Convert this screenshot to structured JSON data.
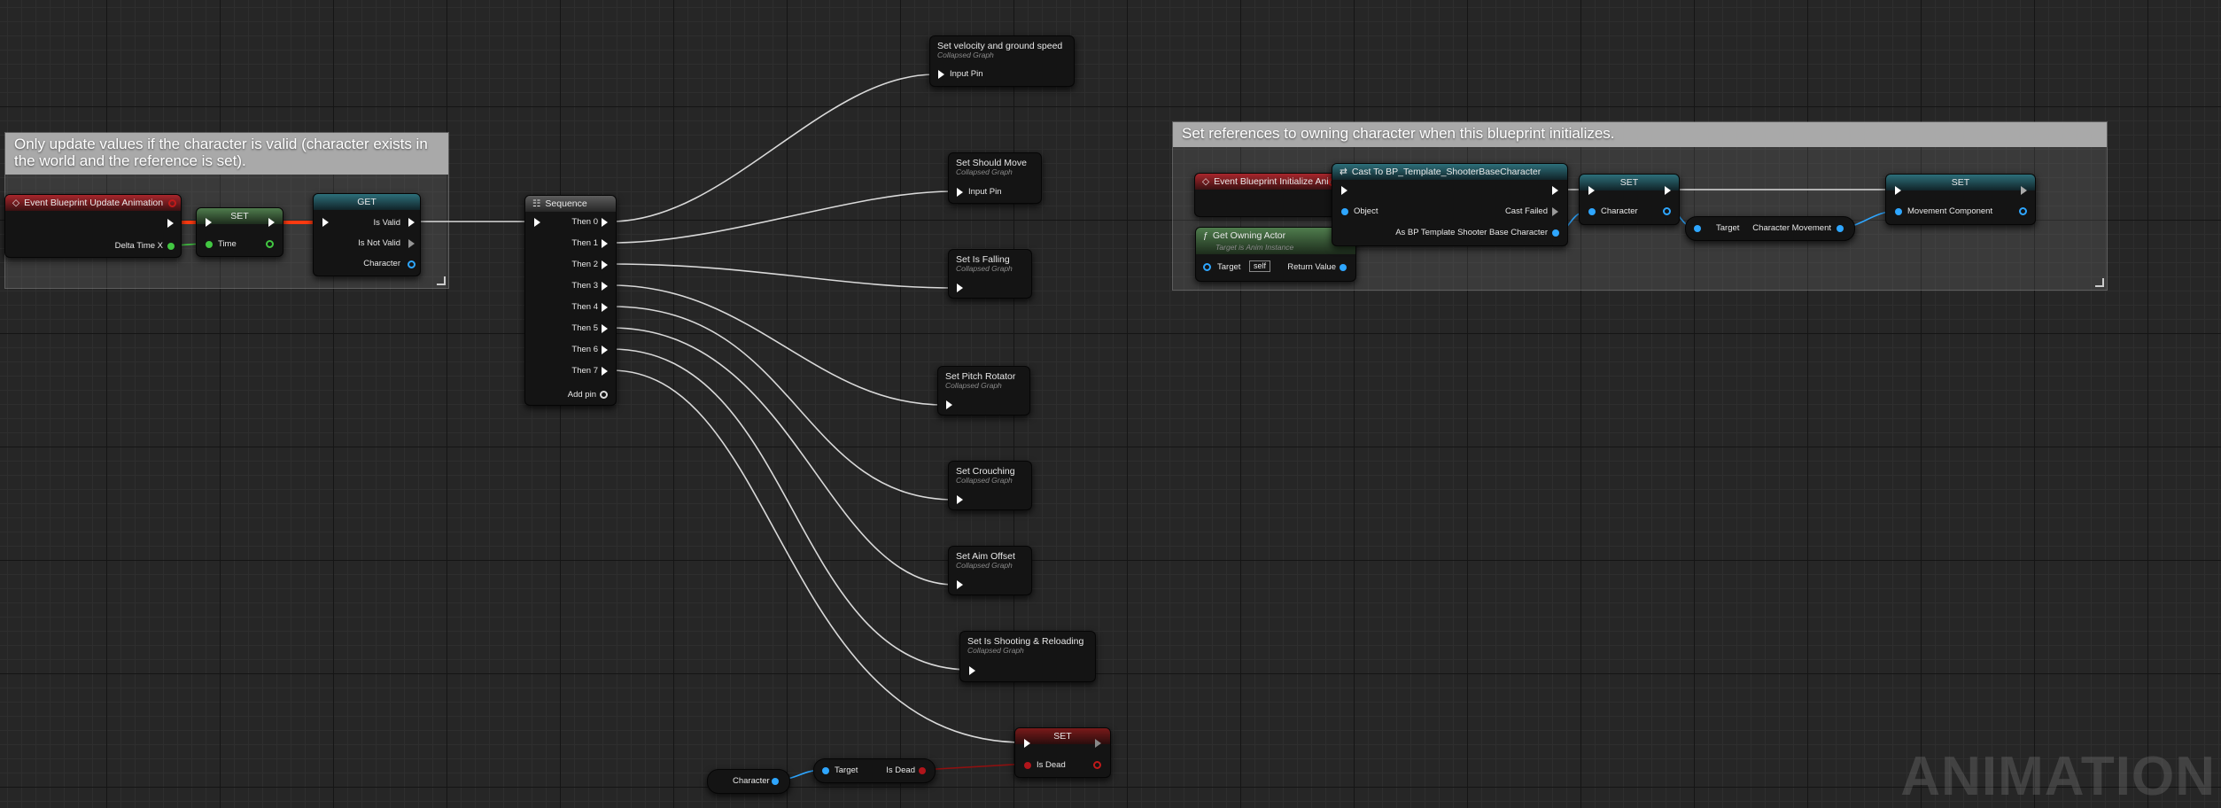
{
  "comments": {
    "left": "Only update values if the character is valid (character exists in the world and the reference is set).",
    "right": "Set references to owning character when this blueprint initializes."
  },
  "update_event": {
    "title": "Event Blueprint Update Animation",
    "delta": "Delta Time X"
  },
  "set_time": {
    "title": "SET",
    "pin": "Time"
  },
  "get_valid": {
    "title": "GET",
    "valid": "Is Valid",
    "not_valid": "Is Not Valid",
    "character": "Character"
  },
  "sequence": {
    "title": "Sequence",
    "outs": [
      "Then 0",
      "Then 1",
      "Then 2",
      "Then 3",
      "Then 4",
      "Then 5",
      "Then 6",
      "Then 7"
    ],
    "add_pin": "Add pin"
  },
  "collapsed_sub": "Collapsed Graph",
  "collapsed": [
    {
      "title": "Set velocity and ground speed",
      "pin": "Input Pin"
    },
    {
      "title": "Set Should Move",
      "pin": "Input Pin"
    },
    {
      "title": "Set Is Falling"
    },
    {
      "title": "Set Pitch Rotator"
    },
    {
      "title": "Set Crouching"
    },
    {
      "title": "Set Aim Offset"
    },
    {
      "title": "Set Is Shooting & Reloading"
    }
  ],
  "set_dead": {
    "title": "SET",
    "pin": "Is Dead"
  },
  "char_get": {
    "label": "Character"
  },
  "isdead_get": {
    "target": "Target",
    "out": "Is Dead"
  },
  "init_event": {
    "title": "Event Blueprint Initialize Animation"
  },
  "get_owner": {
    "title": "Get Owning Actor",
    "sub": "Target is Anim Instance",
    "target": "Target",
    "self": "self",
    "ret": "Return Value"
  },
  "cast": {
    "title": "Cast To BP_Template_ShooterBaseCharacter",
    "object": "Object",
    "failed": "Cast Failed",
    "as": "As BP Template Shooter Base Character"
  },
  "set_char": {
    "title": "SET",
    "pin": "Character"
  },
  "movement_get": {
    "target": "Target",
    "out": "Character Movement"
  },
  "set_move": {
    "title": "SET",
    "pin": "Movement Component"
  },
  "watermark": "ANIMATION",
  "colors": {
    "exec": "#ffffff",
    "object": "#2ea6ff",
    "float": "#42c742",
    "bool": "#b0151b",
    "event": "#a8262c"
  }
}
